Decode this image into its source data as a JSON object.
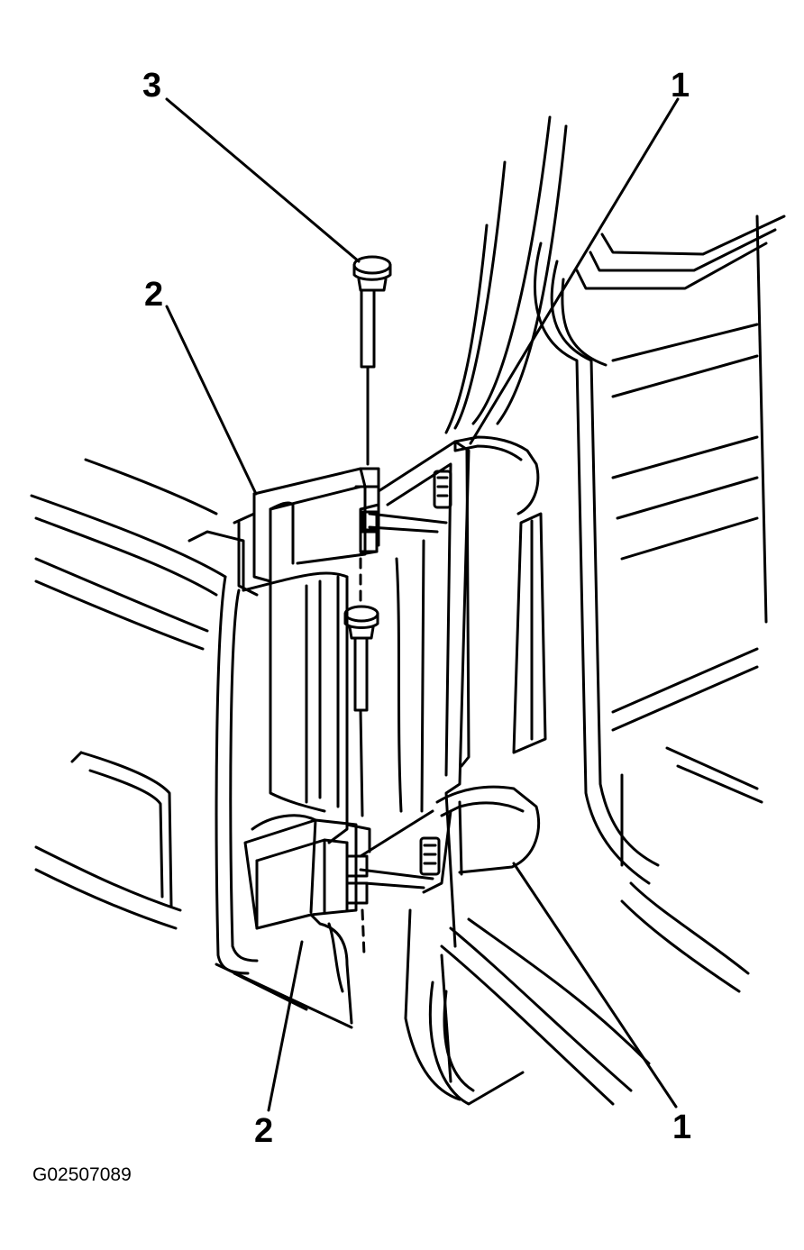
{
  "figure_id": "G02507089",
  "callouts": {
    "pin": "3",
    "hinge_door_upper": "2",
    "hinge_door_lower": "2",
    "hinge_body_upper": "1",
    "hinge_body_lower": "1"
  },
  "colors": {
    "ink": "#000000",
    "paper": "#ffffff"
  }
}
